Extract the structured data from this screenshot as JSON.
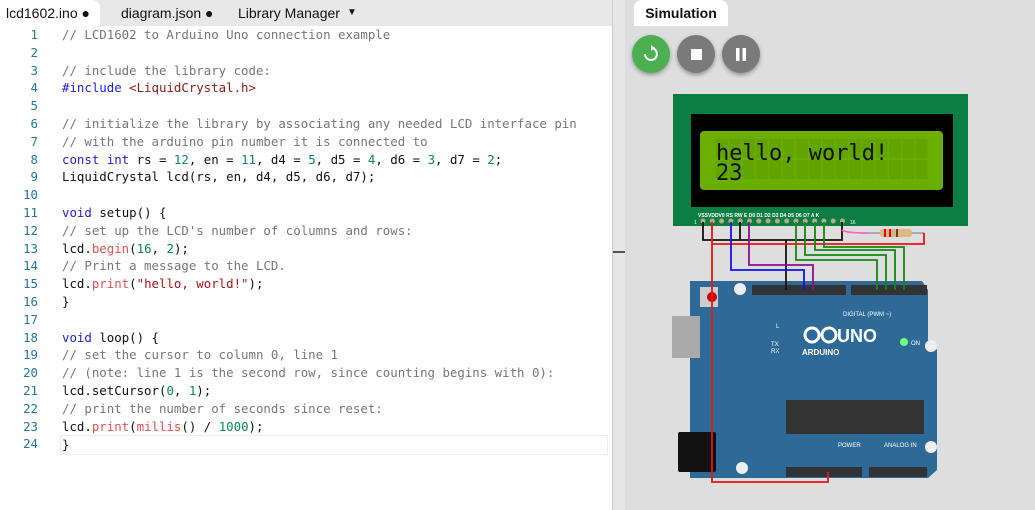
{
  "tabs": [
    {
      "label": "lcd1602.ino ●"
    },
    {
      "label": "diagram.json ●"
    },
    {
      "label": "Library Manager"
    }
  ],
  "sim_tab": "Simulation",
  "lcd": {
    "line1": "hello, world!",
    "line2": "23",
    "pin_labels": "VSSVDDV0 RS RW E D0 D1 D2 D3 D4 D5 D6 D7 A K",
    "pin_first": "1",
    "pin_last": "16"
  },
  "arduino": {
    "brand": "ARDUINO",
    "model": "UNO",
    "on": "ON",
    "digital": "DIGITAL (PWM ~)",
    "power": "POWER",
    "analog": "ANALOG IN",
    "l": "L",
    "tx": "TX",
    "rx": "RX"
  },
  "colors": {
    "lcd_board": "#0b7f43",
    "lcd_screen": "#6aae00",
    "arduino_board": "#2d6a98",
    "run": "#4caf50",
    "control": "#7a7a7a"
  },
  "code": [
    [
      [
        "// LCD1602 to Arduino Uno connection example",
        "c"
      ]
    ],
    [],
    [
      [
        "// include the library code:",
        "c"
      ]
    ],
    [
      [
        "#include ",
        "k"
      ],
      [
        "<LiquidCrystal.h>",
        "m"
      ]
    ],
    [],
    [
      [
        "// initialize the library by associating any needed LCD interface pin",
        "c"
      ]
    ],
    [
      [
        "// with the arduino pin number it is connected to",
        "c"
      ]
    ],
    [
      [
        "const ",
        "k"
      ],
      [
        "int ",
        "k"
      ],
      [
        "rs = ",
        "p"
      ],
      [
        "12",
        "n"
      ],
      [
        ", en = ",
        "p"
      ],
      [
        "11",
        "n"
      ],
      [
        ", d4 = ",
        "p"
      ],
      [
        "5",
        "n"
      ],
      [
        ", d5 = ",
        "p"
      ],
      [
        "4",
        "n"
      ],
      [
        ", d6 = ",
        "p"
      ],
      [
        "3",
        "n"
      ],
      [
        ", d7 = ",
        "p"
      ],
      [
        "2",
        "n"
      ],
      [
        ";",
        "p"
      ]
    ],
    [
      [
        "LiquidCrystal lcd(rs, en, d4, d5, d6, d7);",
        "p"
      ]
    ],
    [],
    [
      [
        "void ",
        "k"
      ],
      [
        "setup() {",
        "p"
      ]
    ],
    [
      [
        "// set up the LCD's number of columns and rows:",
        "c"
      ]
    ],
    [
      [
        "lcd.",
        "p"
      ],
      [
        "begin",
        "f"
      ],
      [
        "(",
        "p"
      ],
      [
        "16",
        "n"
      ],
      [
        ", ",
        "p"
      ],
      [
        "2",
        "n"
      ],
      [
        ");",
        "p"
      ]
    ],
    [
      [
        "// Print a message to the LCD.",
        "c"
      ]
    ],
    [
      [
        "lcd.",
        "p"
      ],
      [
        "print",
        "f"
      ],
      [
        "(",
        "p"
      ],
      [
        "\"hello, world!\"",
        "s"
      ],
      [
        ");",
        "p"
      ]
    ],
    [
      [
        "}",
        "p"
      ]
    ],
    [],
    [
      [
        "void ",
        "k"
      ],
      [
        "loop() {",
        "p"
      ]
    ],
    [
      [
        "// set the cursor to column 0, line 1",
        "c"
      ]
    ],
    [
      [
        "// (note: line 1 is the second row, since counting begins with 0):",
        "c"
      ]
    ],
    [
      [
        "lcd.setCursor(",
        "p"
      ],
      [
        "0",
        "n"
      ],
      [
        ", ",
        "p"
      ],
      [
        "1",
        "n"
      ],
      [
        ");",
        "p"
      ]
    ],
    [
      [
        "// print the number of seconds since reset:",
        "c"
      ]
    ],
    [
      [
        "lcd.",
        "p"
      ],
      [
        "print",
        "f"
      ],
      [
        "(",
        "p"
      ],
      [
        "millis",
        "f"
      ],
      [
        "() / ",
        "p"
      ],
      [
        "1000",
        "n"
      ],
      [
        ");",
        "p"
      ]
    ],
    [
      [
        "}",
        "p"
      ]
    ]
  ]
}
